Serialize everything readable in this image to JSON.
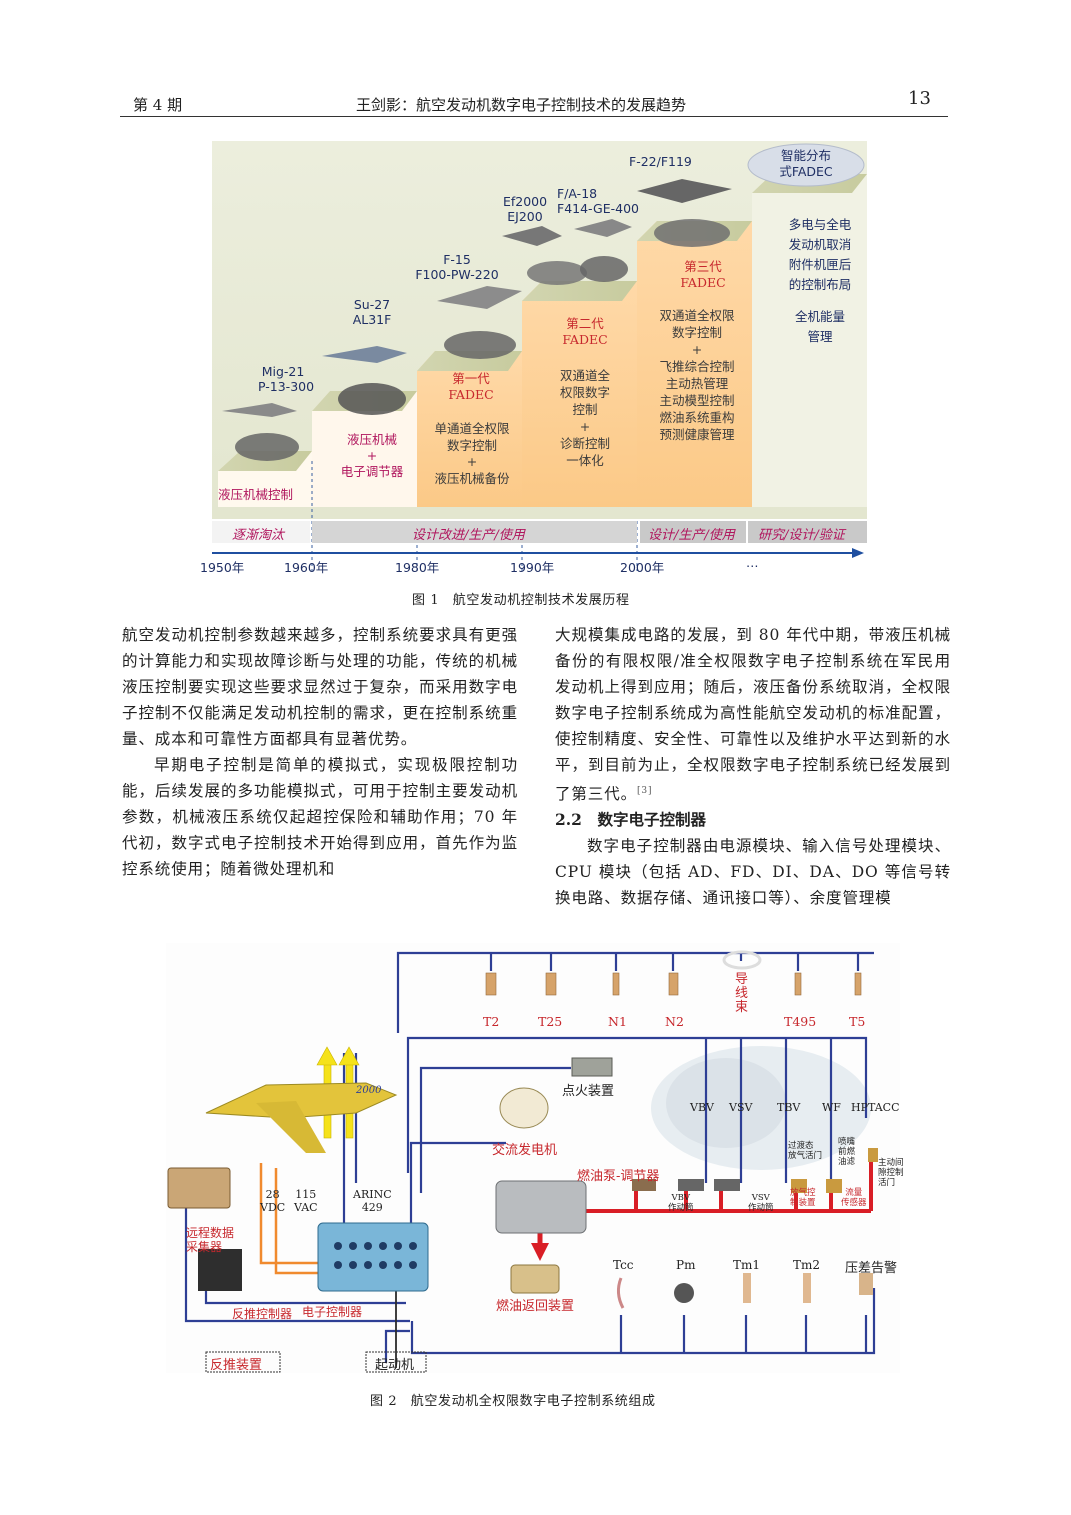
{
  "header": {
    "issue": "第 4 期",
    "running_title": "王剑影：航空发动机数字电子控制技术的发展趋势",
    "page_number": "13"
  },
  "figure1": {
    "caption": "图 1　航空发动机控制技术发展历程",
    "aircraft": [
      {
        "name": "Mig-21",
        "engine": "P-13-300"
      },
      {
        "name": "Su-27",
        "engine": "AL31F"
      },
      {
        "name": "F-15",
        "engine": "F100-PW-220"
      },
      {
        "name": "Ef2000",
        "engine": "EJ200"
      },
      {
        "name": "F/A-18",
        "engine": "F414-GE-400"
      },
      {
        "name": "F-22/F119",
        "engine": ""
      }
    ],
    "bubble": [
      "智能分布",
      "式FADEC"
    ],
    "stages": {
      "s1": [
        "液压机械控制"
      ],
      "s2": [
        "液压机械",
        "+",
        "电子调节器"
      ],
      "s3_title": [
        "第一代",
        "FADEC"
      ],
      "s3_body": [
        "单通道全权限",
        "数字控制",
        "+",
        "液压机械备份"
      ],
      "s4_title": [
        "第二代",
        "FADEC"
      ],
      "s4_body": [
        "双通道全",
        "权限数字",
        "控制",
        "+",
        "诊断控制",
        "一体化"
      ],
      "s5_title": [
        "第三代",
        "FADEC"
      ],
      "s5_body": [
        "双通道全权限",
        "数字控制",
        "+",
        "飞推综合控制",
        "主动热管理",
        "主动模型控制",
        "燃油系统重构",
        "预测健康管理"
      ],
      "s6_body": [
        "多电与全电",
        "发动机取消",
        "附件机匣后",
        "的控制布局",
        "",
        "全机能量",
        "管理"
      ]
    },
    "status": {
      "phase1": "逐渐淘汰",
      "phase2": "设计改进/生产/使用",
      "phase3": "设计/生产/使用",
      "phase4": "研究/设计/验证"
    },
    "timeline": [
      "1950年",
      "1960年",
      "1980年",
      "1990年",
      "2000年",
      "…"
    ]
  },
  "body_left": [
    "航空发动机控制参数越来越多，控制系统要求具有更强的计算能力和实现故障诊断与处理的功能，传统的机械液压控制要实现这些要求显然过于复杂，而采用数字电子控制不仅能满足发动机控制的需求，更在控制系统重量、成本和可靠性方面都具有显著优势。",
    "早期电子控制是简单的模拟式，实现极限控制功能，后续发展的多功能模拟式，可用于控制主要发动机参数，机械液压系统仅起超控保险和辅助作用；70 年代初，数字式电子控制技术开始得到应用，首先作为监控系统使用；随着微处理机和"
  ],
  "body_right": {
    "para1": "大规模集成电路的发展，到 80 年代中期，带液压机械备份的有限权限/准全权限数字电子控制系统在军民用发动机上得到应用；随后，液压备份系统取消，全权限数字电子控制系统成为高性能航空发动机的标准配置，使控制精度、安全性、可靠性以及维护水平达到新的水平，到目前为止，全权限数字电子控制系统已经发展到了第三代。",
    "cite": "[3]",
    "section_number": "2.2",
    "section_title": "数字电子控制器",
    "para2": "数字电子控制器由电源模块、输入信号处理模块、CPU 模块（包括 AD、FD、DI、DA、DO 等信号转换电路、数据存储、通讯接口等）、余度管理模"
  },
  "figure2": {
    "caption": "图 2　航空发动机全权限数字电子控制系统组成",
    "top_sensors": [
      "T2",
      "T25",
      "N1",
      "N2",
      "T495",
      "T5"
    ],
    "harness": [
      "导",
      "线",
      "束"
    ],
    "ignition": "点火装置",
    "engine_labels": [
      "VBV",
      "VSV",
      "TBV",
      "WF",
      "HPTACC"
    ],
    "small_labels": {
      "transient": [
        "过渡态",
        "放气活门"
      ],
      "nozzle": [
        "喷嘴",
        "前燃",
        "油滤"
      ],
      "active": [
        "主动间",
        "隙控制",
        "活门"
      ],
      "vbv_act": [
        "VBV",
        "作动筒"
      ],
      "vsv_act": [
        "VSV",
        "作动筒"
      ],
      "bleed": [
        "放气控",
        "制装置"
      ],
      "flow": [
        "流量",
        "传感器"
      ]
    },
    "alternator": "交流发电机",
    "fuel_pump": "燃油泵-调节器",
    "fuel_return": "燃油返回装置",
    "power": {
      "dc": [
        "28",
        "VDC"
      ],
      "ac": [
        "115",
        "VAC"
      ],
      "bus": [
        "ARINC",
        "429"
      ]
    },
    "remote": [
      "远程数据",
      "采集器"
    ],
    "reverser_ctrl": "反推控制器",
    "ecu": "电子控制器",
    "bottom_sensors": [
      "Tcc",
      "Pm",
      "Tm1",
      "Tm2",
      "压差告警"
    ],
    "reverser": "反推装置",
    "starter": "起动机",
    "plane_tag": "2000"
  }
}
